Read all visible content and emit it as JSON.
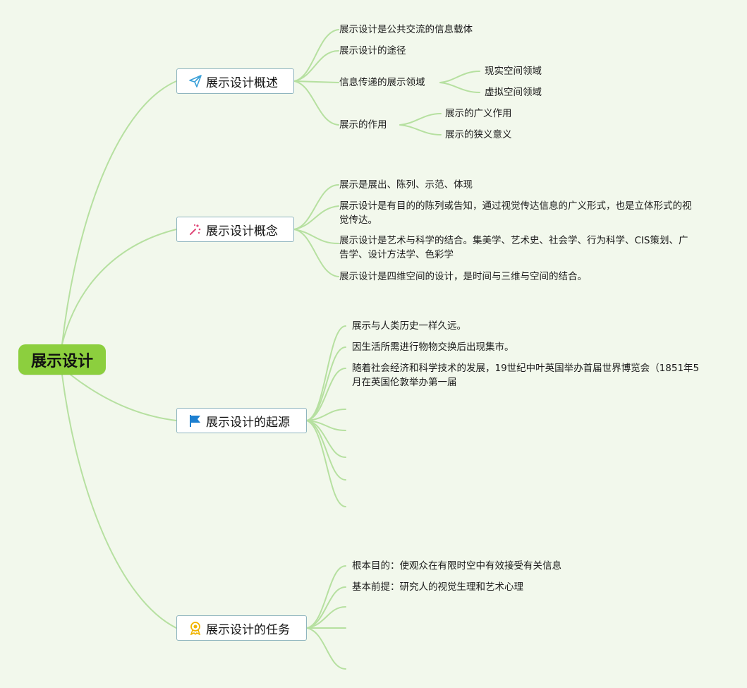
{
  "root": {
    "label": "展示设计"
  },
  "branches": [
    {
      "label": "展示设计概述",
      "icon": "paper-plane-icon",
      "children": [
        {
          "label": "展示设计是公共交流的信息载体"
        },
        {
          "label": "展示设计的途径"
        },
        {
          "label": "信息传递的展示领域",
          "children": [
            {
              "label": "现实空间领域"
            },
            {
              "label": "虚拟空间领域"
            }
          ]
        },
        {
          "label": "展示的作用",
          "children": [
            {
              "label": "展示的广义作用"
            },
            {
              "label": "展示的狭义意义"
            }
          ]
        }
      ]
    },
    {
      "label": "展示设计概念",
      "icon": "sparkle-wand-icon",
      "children": [
        {
          "label": "展示是展出、陈列、示范、体现"
        },
        {
          "label": "展示设计是有目的的陈列或告知，通过视觉传达信息的广义形式，也是立体形式的视觉传达。"
        },
        {
          "label": "展示设计是艺术与科学的结合。集美学、艺术史、社会学、行为科学、CIS策划、广告学、设计方法学、色彩学"
        },
        {
          "label": "展示设计是四维空间的设计，是时间与三维与空间的结合。"
        }
      ]
    },
    {
      "label": "展示设计的起源",
      "icon": "flag-icon",
      "children": [
        {
          "label": "展示与人类历史一样久远。"
        },
        {
          "label": "因生活所需进行物物交换后出现集市。"
        },
        {
          "label": "随着社会经济和科学技术的发展，19世纪中叶英国举办首届世界博览会（1851年5月在英国伦敦举办第一届"
        },
        {
          "label": ""
        },
        {
          "label": ""
        },
        {
          "label": ""
        },
        {
          "label": ""
        },
        {
          "label": ""
        }
      ]
    },
    {
      "label": "展示设计的任务",
      "icon": "award-medal-icon",
      "children": [
        {
          "label": "根本目的：使观众在有限时空中有效接受有关信息"
        },
        {
          "label": "基本前提：研究人的视觉生理和艺术心理"
        },
        {
          "label": ""
        },
        {
          "label": ""
        },
        {
          "label": ""
        }
      ]
    }
  ],
  "colors": {
    "background": "#f2f8ec",
    "root_fill": "#8ccf3e",
    "connector": "#b6e0a0",
    "branch_border": "#8fb5bf",
    "icon_plane": "#3aa0d8",
    "icon_wand": "#e04a7a",
    "icon_flag": "#1d7fd0",
    "icon_medal": "#f0b400"
  }
}
